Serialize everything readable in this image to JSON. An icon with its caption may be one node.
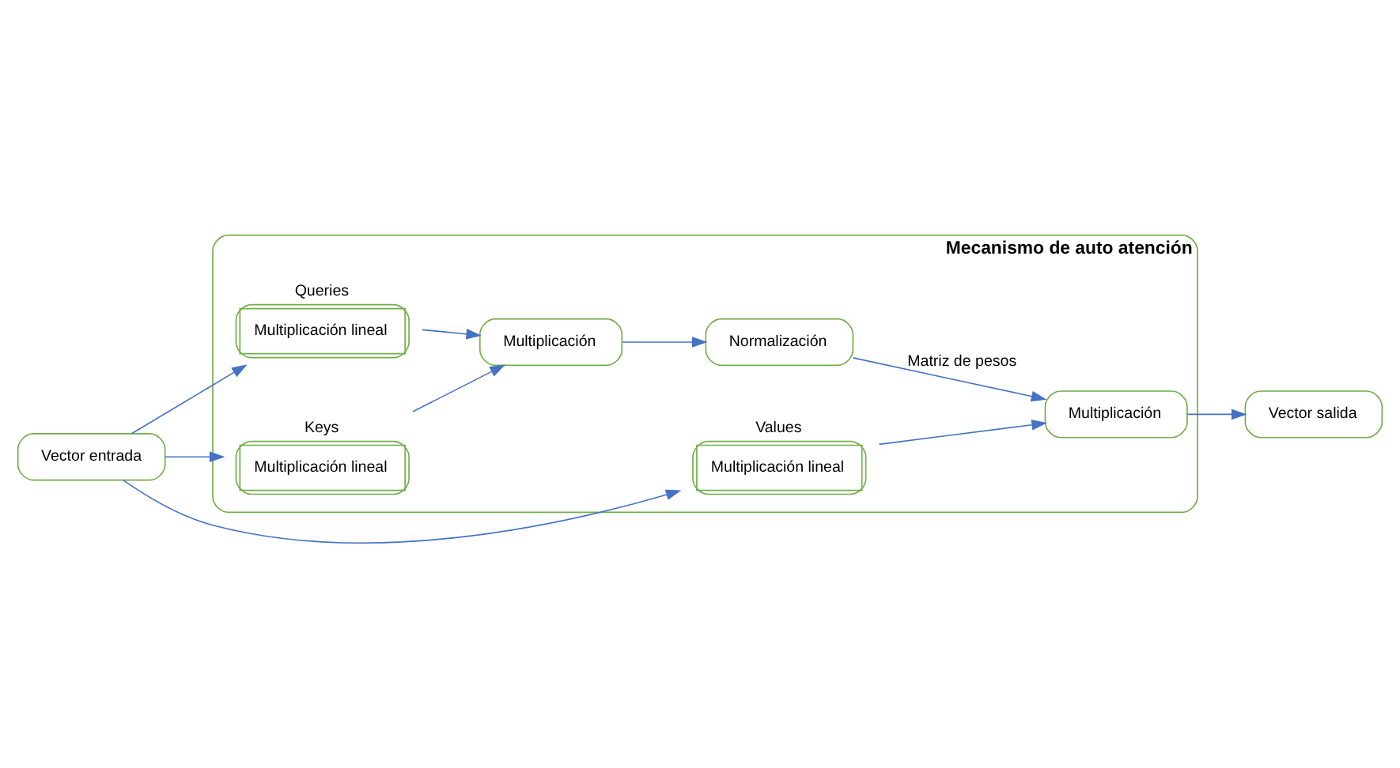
{
  "diagram": {
    "nodes": [
      {
        "text": [
          "Mecanismo de auto atención"
        ]
      },
      {
        "text": [
          "Vector entrada"
        ]
      },
      {
        "text": [
          "Multiplicación lineal"
        ],
        "beside": [
          "Queries"
        ],
        "in": 0
      },
      {
        "text": [
          "Multiplicación"
        ],
        "in": 0
      },
      {
        "text": [
          "Normalización"
        ],
        "in": 0
      },
      {
        "text": [
          "Multiplicación lineal"
        ],
        "beside": [
          "Keys"
        ],
        "in": 0
      },
      {
        "text": [
          "Multiplicación lineal"
        ],
        "beside": [
          "Values"
        ],
        "in": 0
      },
      {
        "text": [
          "Multiplicación"
        ],
        "in": 0
      },
      {
        "text": [
          "Vector salida"
        ]
      }
    ],
    "edges": [
      {
        "from": 1,
        "to": 2,
        "arrow": "to"
      },
      {
        "from": 1,
        "to": 5,
        "arrow": "to"
      },
      {
        "from": 1,
        "to": 6,
        "arrow": "to"
      },
      {
        "from": 2,
        "to": 3,
        "arrow": "to"
      },
      {
        "from": 5,
        "to": 3,
        "arrow": "to"
      },
      {
        "from": 3,
        "to": 4,
        "arrow": "to"
      },
      {
        "from": 4,
        "to": 7,
        "arrow": "to",
        "label": "Matriz de pesos"
      },
      {
        "from": 6,
        "to": 7,
        "arrow": "to"
      },
      {
        "from": 7,
        "to": 8,
        "arrow": "to"
      }
    ]
  }
}
